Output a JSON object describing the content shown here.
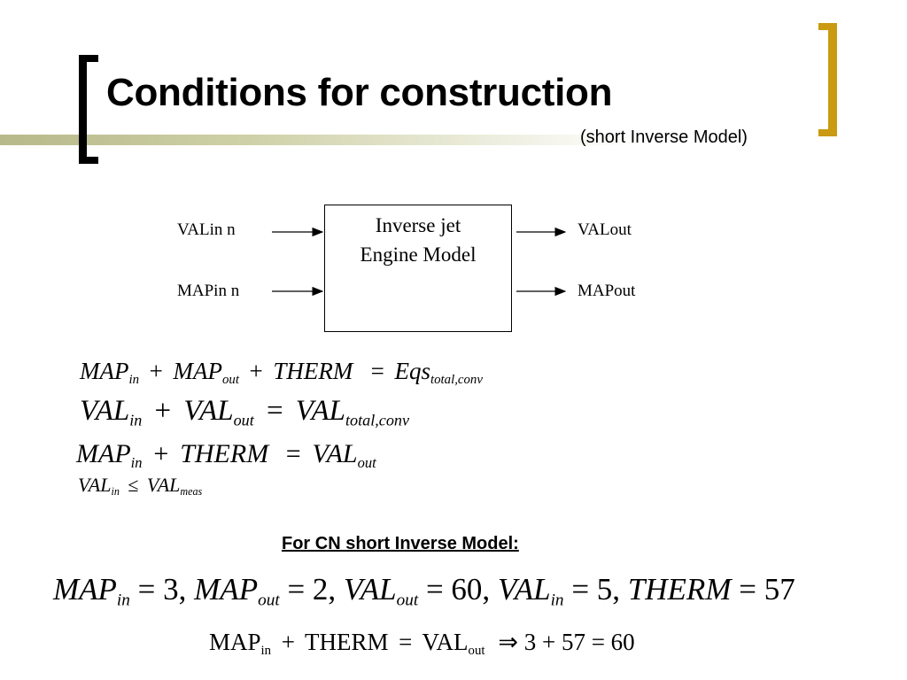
{
  "colors": {
    "accent": "#c99a12",
    "bar": "#b7b98a",
    "text": "#000000"
  },
  "header": {
    "title": "Conditions for construction",
    "subtitle": "(short Inverse Model)"
  },
  "diagram": {
    "box_line1": "Inverse jet",
    "box_line2": "Engine Model",
    "input1": "VALin n",
    "input2": "MAPin n",
    "output1": "VALout",
    "output2": "MAPout"
  },
  "equations": {
    "eq1": {
      "t1": "MAP",
      "s1": "in",
      "op1": "+",
      "t2": "MAP",
      "s2": "out",
      "op2": "+",
      "t3": "THERM",
      "op3": "=",
      "t4": "Eqs",
      "s4": "total,conv"
    },
    "eq2": {
      "t1": "VAL",
      "s1": "in",
      "op1": "+",
      "t2": "VAL",
      "s2": "out",
      "op2": "=",
      "t3": "VAL",
      "s3": "total,conv"
    },
    "eq3": {
      "t1": "MAP",
      "s1": "in",
      "op1": "+",
      "t2": "THERM",
      "op2": "=",
      "t3": "VAL",
      "s3": "out"
    },
    "eq4": {
      "t1": "VAL",
      "s1": "in",
      "op1": "≤",
      "t2": "VAL",
      "s2": "meas"
    }
  },
  "cn_section": {
    "heading": "For CN short Inverse Model:",
    "eq5": {
      "t1": "MAP",
      "s1": "in",
      "v1": "= 3,",
      "t2": "MAP",
      "s2": "out",
      "v2": "= 2,",
      "t3": "VAL",
      "s3": "out",
      "v3": "= 60,",
      "t4": "VAL",
      "s4": "in",
      "v4": "= 5,",
      "t5": "THERM",
      "v5": "= 57"
    },
    "eq6": {
      "t1": "MAP",
      "s1": "in",
      "op1": "+",
      "t2": "THERM",
      "op2": "=",
      "t3": "VAL",
      "s3": "out",
      "result": "⇒ 3 + 57 = 60"
    }
  }
}
